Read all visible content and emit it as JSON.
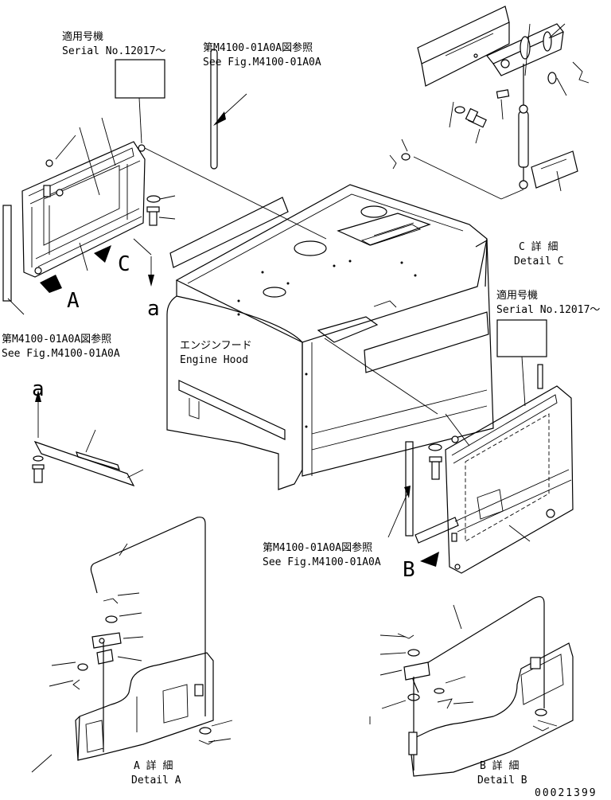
{
  "labels": {
    "serial_top_jp": "適用号機",
    "serial_top_en": "Serial No.12017～",
    "fig_top_jp": "第M4100-01A0A図参照",
    "fig_top_en": "See Fig.M4100-01A0A",
    "fig_left_jp": "第M4100-01A0A図参照",
    "fig_left_en": "See Fig.M4100-01A0A",
    "hood_jp": "エンジンフード",
    "hood_en": "Engine Hood",
    "detail_c_jp": "C 詳 細",
    "detail_c_en": "Detail C",
    "serial_right_jp": "適用号機",
    "serial_right_en": "Serial No.12017～",
    "fig_mid_jp": "第M4100-01A0A図参照",
    "fig_mid_en": "See Fig.M4100-01A0A",
    "detail_a_jp": "A 詳 細",
    "detail_a_en": "Detail A",
    "detail_b_jp": "B 詳 細",
    "detail_b_en": "Detail B",
    "view_a": "A",
    "view_b": "B",
    "view_c": "C",
    "ref_a_top": "a",
    "ref_a_mid": "a",
    "drawing_no": "00021399"
  }
}
